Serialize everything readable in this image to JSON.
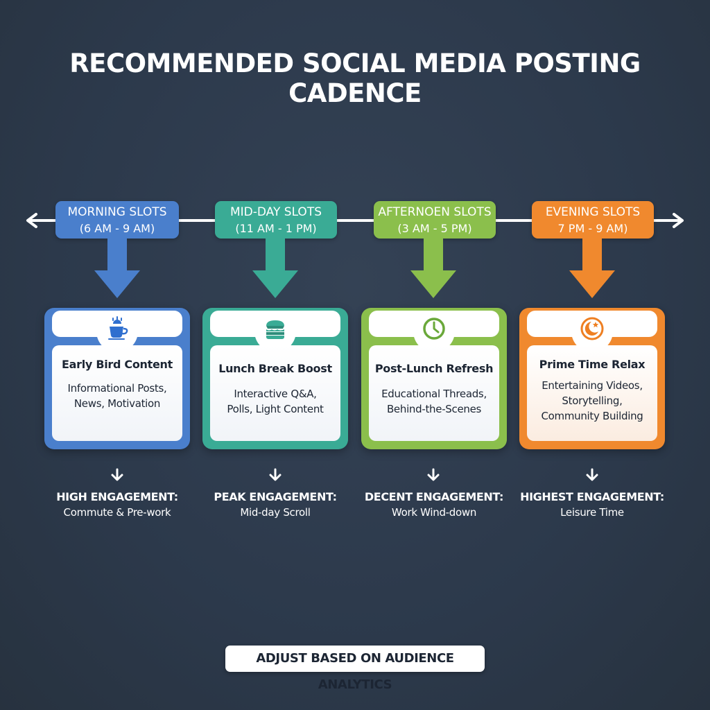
{
  "title": "RECOMMENDED SOCIAL MEDIA POSTING CADENCE",
  "colors": {
    "background": "#2e3a4c",
    "morning": "#4a7fcc",
    "midday": "#3aab95",
    "afternoon": "#8bbf4c",
    "evening": "#f0892e"
  },
  "slots": [
    {
      "name": "MORNING SLOTS",
      "range": "(6 AM - 9 AM)",
      "icon": "coffee-cup-sunrise-icon",
      "card_title": "Early Bird Content",
      "card_desc_1": "Informational Posts,",
      "card_desc_2": "News, Motivation",
      "card_desc_3": "",
      "engagement_title": "HIGH ENGAGEMENT:",
      "engagement_sub": "Commute & Pre-work"
    },
    {
      "name": "MID-DAY SLOTS",
      "range": "(11 AM - 1 PM)",
      "icon": "sandwich-icon",
      "card_title": "Lunch Break Boost",
      "card_desc_1": "Interactive Q&A,",
      "card_desc_2": "Polls, Light Content",
      "card_desc_3": "",
      "engagement_title": "PEAK ENGAGEMENT:",
      "engagement_sub": "Mid-day Scroll"
    },
    {
      "name": "AFTERNOEN SLOTS",
      "range": "(3 AM - 5 PM)",
      "icon": "clock-icon",
      "card_title": "Post-Lunch Refresh",
      "card_desc_1": "Educational Threads,",
      "card_desc_2": "Behind-the-Scenes",
      "card_desc_3": "",
      "engagement_title": "DECENT ENGAGEMENT:",
      "engagement_sub": "Work Wind-down"
    },
    {
      "name": "EVENING SLOTS",
      "range": "7 PM - 9 AM)",
      "icon": "moon-star-icon",
      "card_title": "Prime Time Relax",
      "card_desc_1": "Entertaining Videos,",
      "card_desc_2": "Storytelling,",
      "card_desc_3": "Community Building",
      "engagement_title": "HIGHEST ENGAGEMENT:",
      "engagement_sub": "Leisure Time"
    }
  ],
  "footer": "ADJUST BASED ON AUDIENCE ANALYTICS"
}
